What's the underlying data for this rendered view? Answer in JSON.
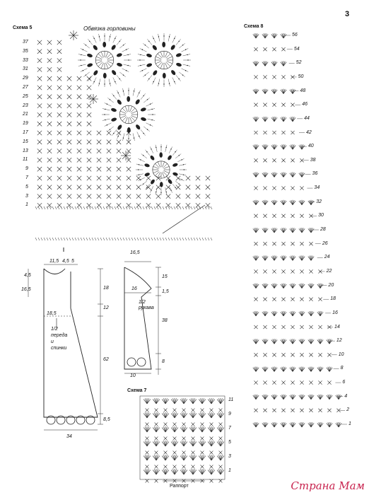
{
  "page_number": "3",
  "scheme5": {
    "title": "Схема 5",
    "subtitle": "Обвязка горловины",
    "rows": [
      "37",
      "35",
      "33",
      "31",
      "29",
      "27",
      "25",
      "23",
      "21",
      "19",
      "17",
      "15",
      "13",
      "11",
      "9",
      "7",
      "5",
      "3",
      "1"
    ]
  },
  "scheme8": {
    "title": "Схема 8",
    "rows": [
      "56",
      "54",
      "52",
      "50",
      "48",
      "46",
      "44",
      "42",
      "40",
      "38",
      "36",
      "34",
      "32",
      "30",
      "28",
      "26",
      "24",
      "22",
      "20",
      "18",
      "16",
      "14",
      "12",
      "10",
      "8",
      "6",
      "4",
      "2",
      "1"
    ]
  },
  "scheme7": {
    "title": "Схема 7",
    "rows": [
      "11",
      "9",
      "7",
      "5",
      "3",
      "1"
    ],
    "footer": "Раппорт"
  },
  "pattern_front": {
    "top_dims": [
      "11,5",
      "4,5",
      "5"
    ],
    "left_dims": [
      "4,5",
      "16,5",
      "18,5"
    ],
    "right_dims": [
      "18",
      "12",
      "62",
      "8,5"
    ],
    "bottom_dim": "34",
    "caption": [
      "1/2",
      "переда",
      "и",
      "спинки"
    ]
  },
  "pattern_sleeve": {
    "top_dim": "16,5",
    "inner_dim": "16",
    "right_dims": [
      "15",
      "1,5",
      "38",
      "8"
    ],
    "bottom_dim": "10",
    "caption": [
      "1/2",
      "рукава"
    ]
  },
  "watermark": "Страна Мам"
}
